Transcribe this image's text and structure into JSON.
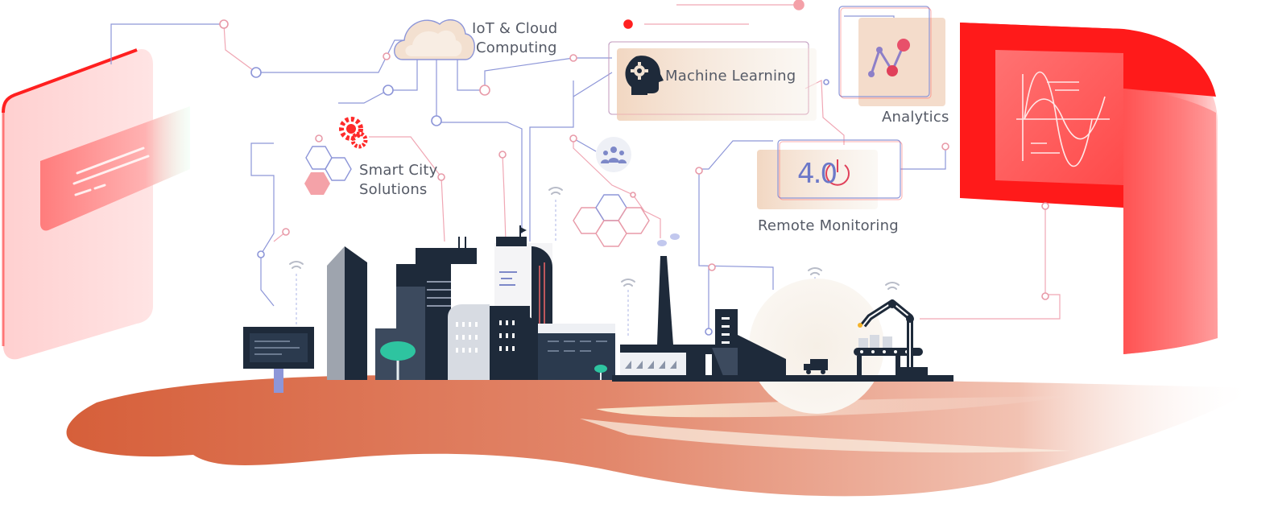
{
  "labels": {
    "iot_line1": "IoT & Cloud",
    "iot_line2": "Computing",
    "machine_learning": "Machine Learning",
    "analytics": "Analytics",
    "smart_city_line1": "Smart City",
    "smart_city_line2": "Solutions",
    "remote_monitoring": "Remote Monitoring",
    "industry_badge": "4.0"
  },
  "colors": {
    "accent_red": "#ff1a1a",
    "panel_red": "#ffb0b0",
    "ground_orange": "#d9603a",
    "building_dark": "#1e2a3a",
    "line_blue": "#6c78c8",
    "line_pink": "#e89aa8",
    "tree_green": "#2ec4a0",
    "label_gray": "#555a66"
  },
  "icons": [
    "cloud-icon",
    "gear-brain-icon",
    "gears-icon",
    "line-graph-icon",
    "wave-graph-icon",
    "people-icon",
    "power-icon",
    "wifi-icon",
    "truck-icon",
    "robot-arm-icon"
  ]
}
